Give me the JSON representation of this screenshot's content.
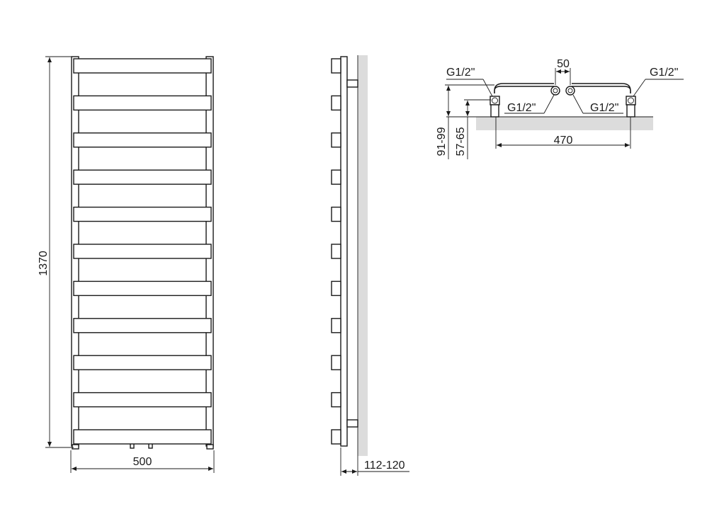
{
  "dimensions": {
    "height": "1370",
    "width": "500",
    "depth": "112-120",
    "pipe_spacing": "50",
    "connection_distance": "470",
    "outer_height": "91-99",
    "inner_height": "57-65"
  },
  "thread_labels": {
    "top_left": "G1/2\"",
    "top_right": "G1/2\"",
    "bottom_left": "G1/2\"",
    "bottom_right": "G1/2\""
  },
  "colors": {
    "line": "#1a1a1a",
    "wall": "#dcdcdc"
  },
  "rail_count": 11
}
